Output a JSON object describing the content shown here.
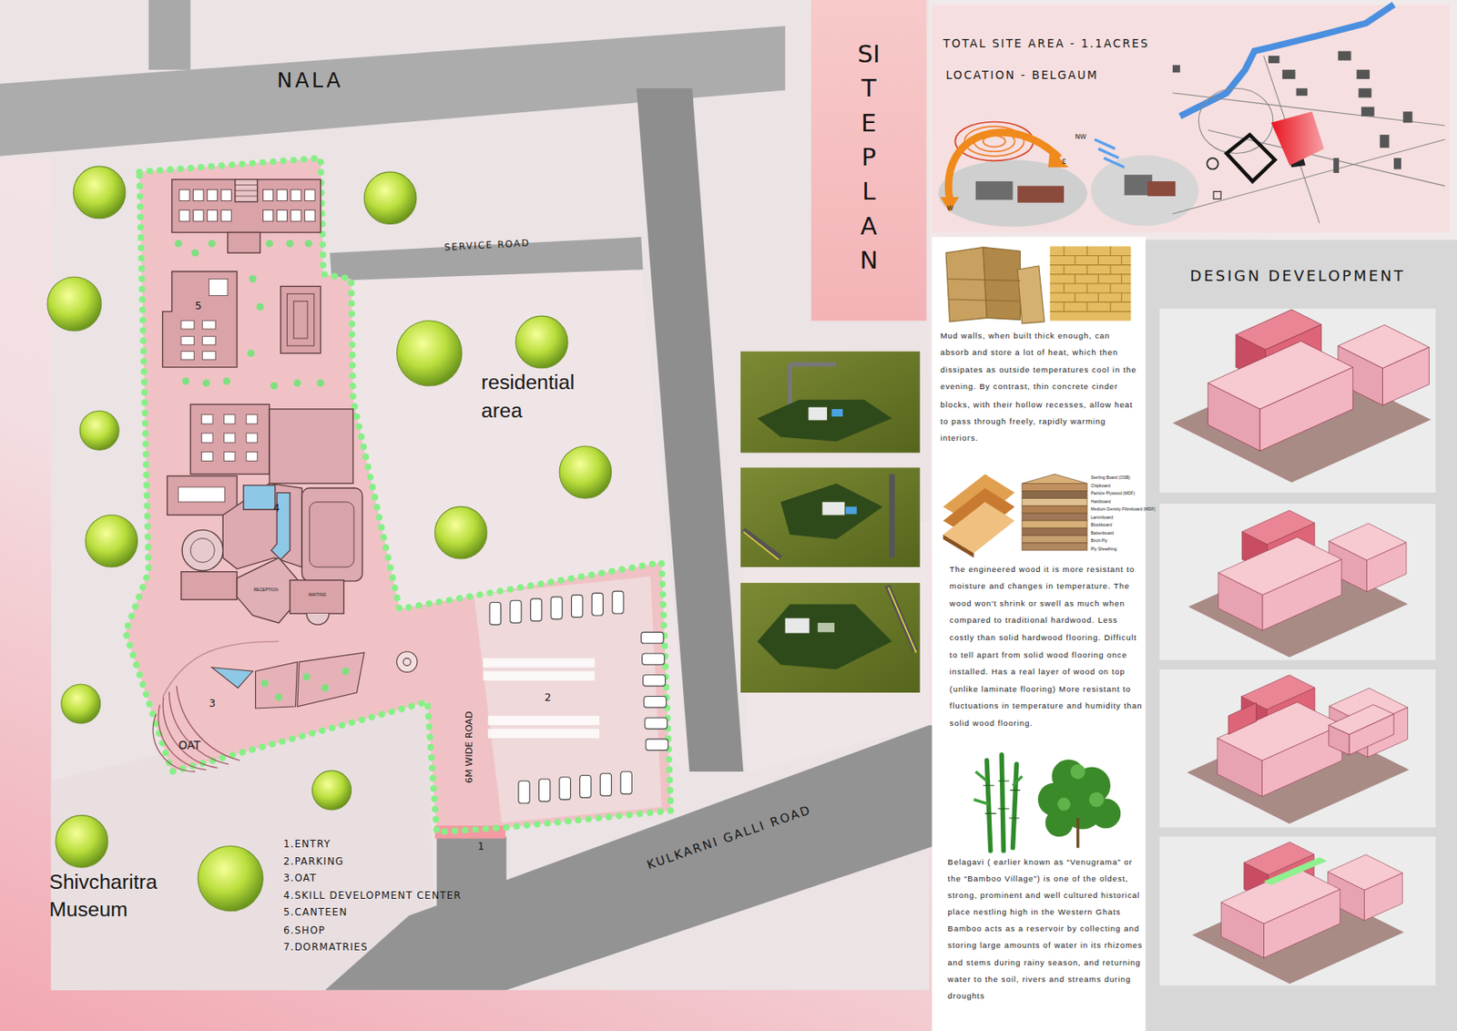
{
  "diagram": {
    "title": "SITE PLAN",
    "nodes": [
      {
        "text": [
          "TOTAL SITE AREA - 1.1ACRES",
          "LOCATION - BELGAUM"
        ]
      },
      {
        "text": [
          "DESIGN DEVELOPMENT"
        ]
      }
    ],
    "labels": [
      "NALA",
      "SERVICE ROAD",
      "residential area",
      "6M WIDE ROAD",
      "KULKARNI GALLI ROAD",
      "Shivcharitra Museum",
      "OAT",
      "1",
      "2",
      "3",
      "4",
      "5",
      "1.ENTRY",
      "2.PARKING",
      "3.OAT",
      "4.SKILL DEVELOPMENT CENTER",
      "5.CANTEEN",
      "6.SHOP",
      "7.DORMATRIES",
      "RECEPTION",
      "WAITING",
      "NW",
      "E",
      "W",
      "Mud walls, when built thick enough, can absorb and store a lot of heat, which then dissipates as outside temperatures cool in the evening. By contrast, thin concrete cinder blocks, with their hollow recesses, allow heat to pass through freely, rapidly warming interiors.",
      "The engineered wood it is more resistant to moisture and changes in temperature. The wood won't shrink or swell as much when compared to traditional hardwood. Less costly than solid hardwood flooring. Difficult to tell apart from solid wood flooring once installed. Has a real layer of wood on top (unlike laminate flooring) More resistant to fluctuations in temperature and humidity than solid wood flooring.",
      "Sterling Board (OSB)",
      "Chipboard",
      "Particle Plywood (MDF)",
      "Hardboard",
      "Medium Density Fibreboard (MDF)",
      "Laminboard",
      "Blockboard",
      "Battenboard",
      "Birch Ply",
      "Ply Sheathing",
      "Belagavi ( earlier known as “Venugrama” or the “Bamboo Village”) is one of the oldest, strong, prominent and well cultured historical place nestling high in the Western Ghats",
      "Bamboo acts as a reservoir by collecting and storing large amounts of water in its rhizomes and stems during rainy season, and returning water to the soil, rivers and streams during droughts"
    ]
  }
}
